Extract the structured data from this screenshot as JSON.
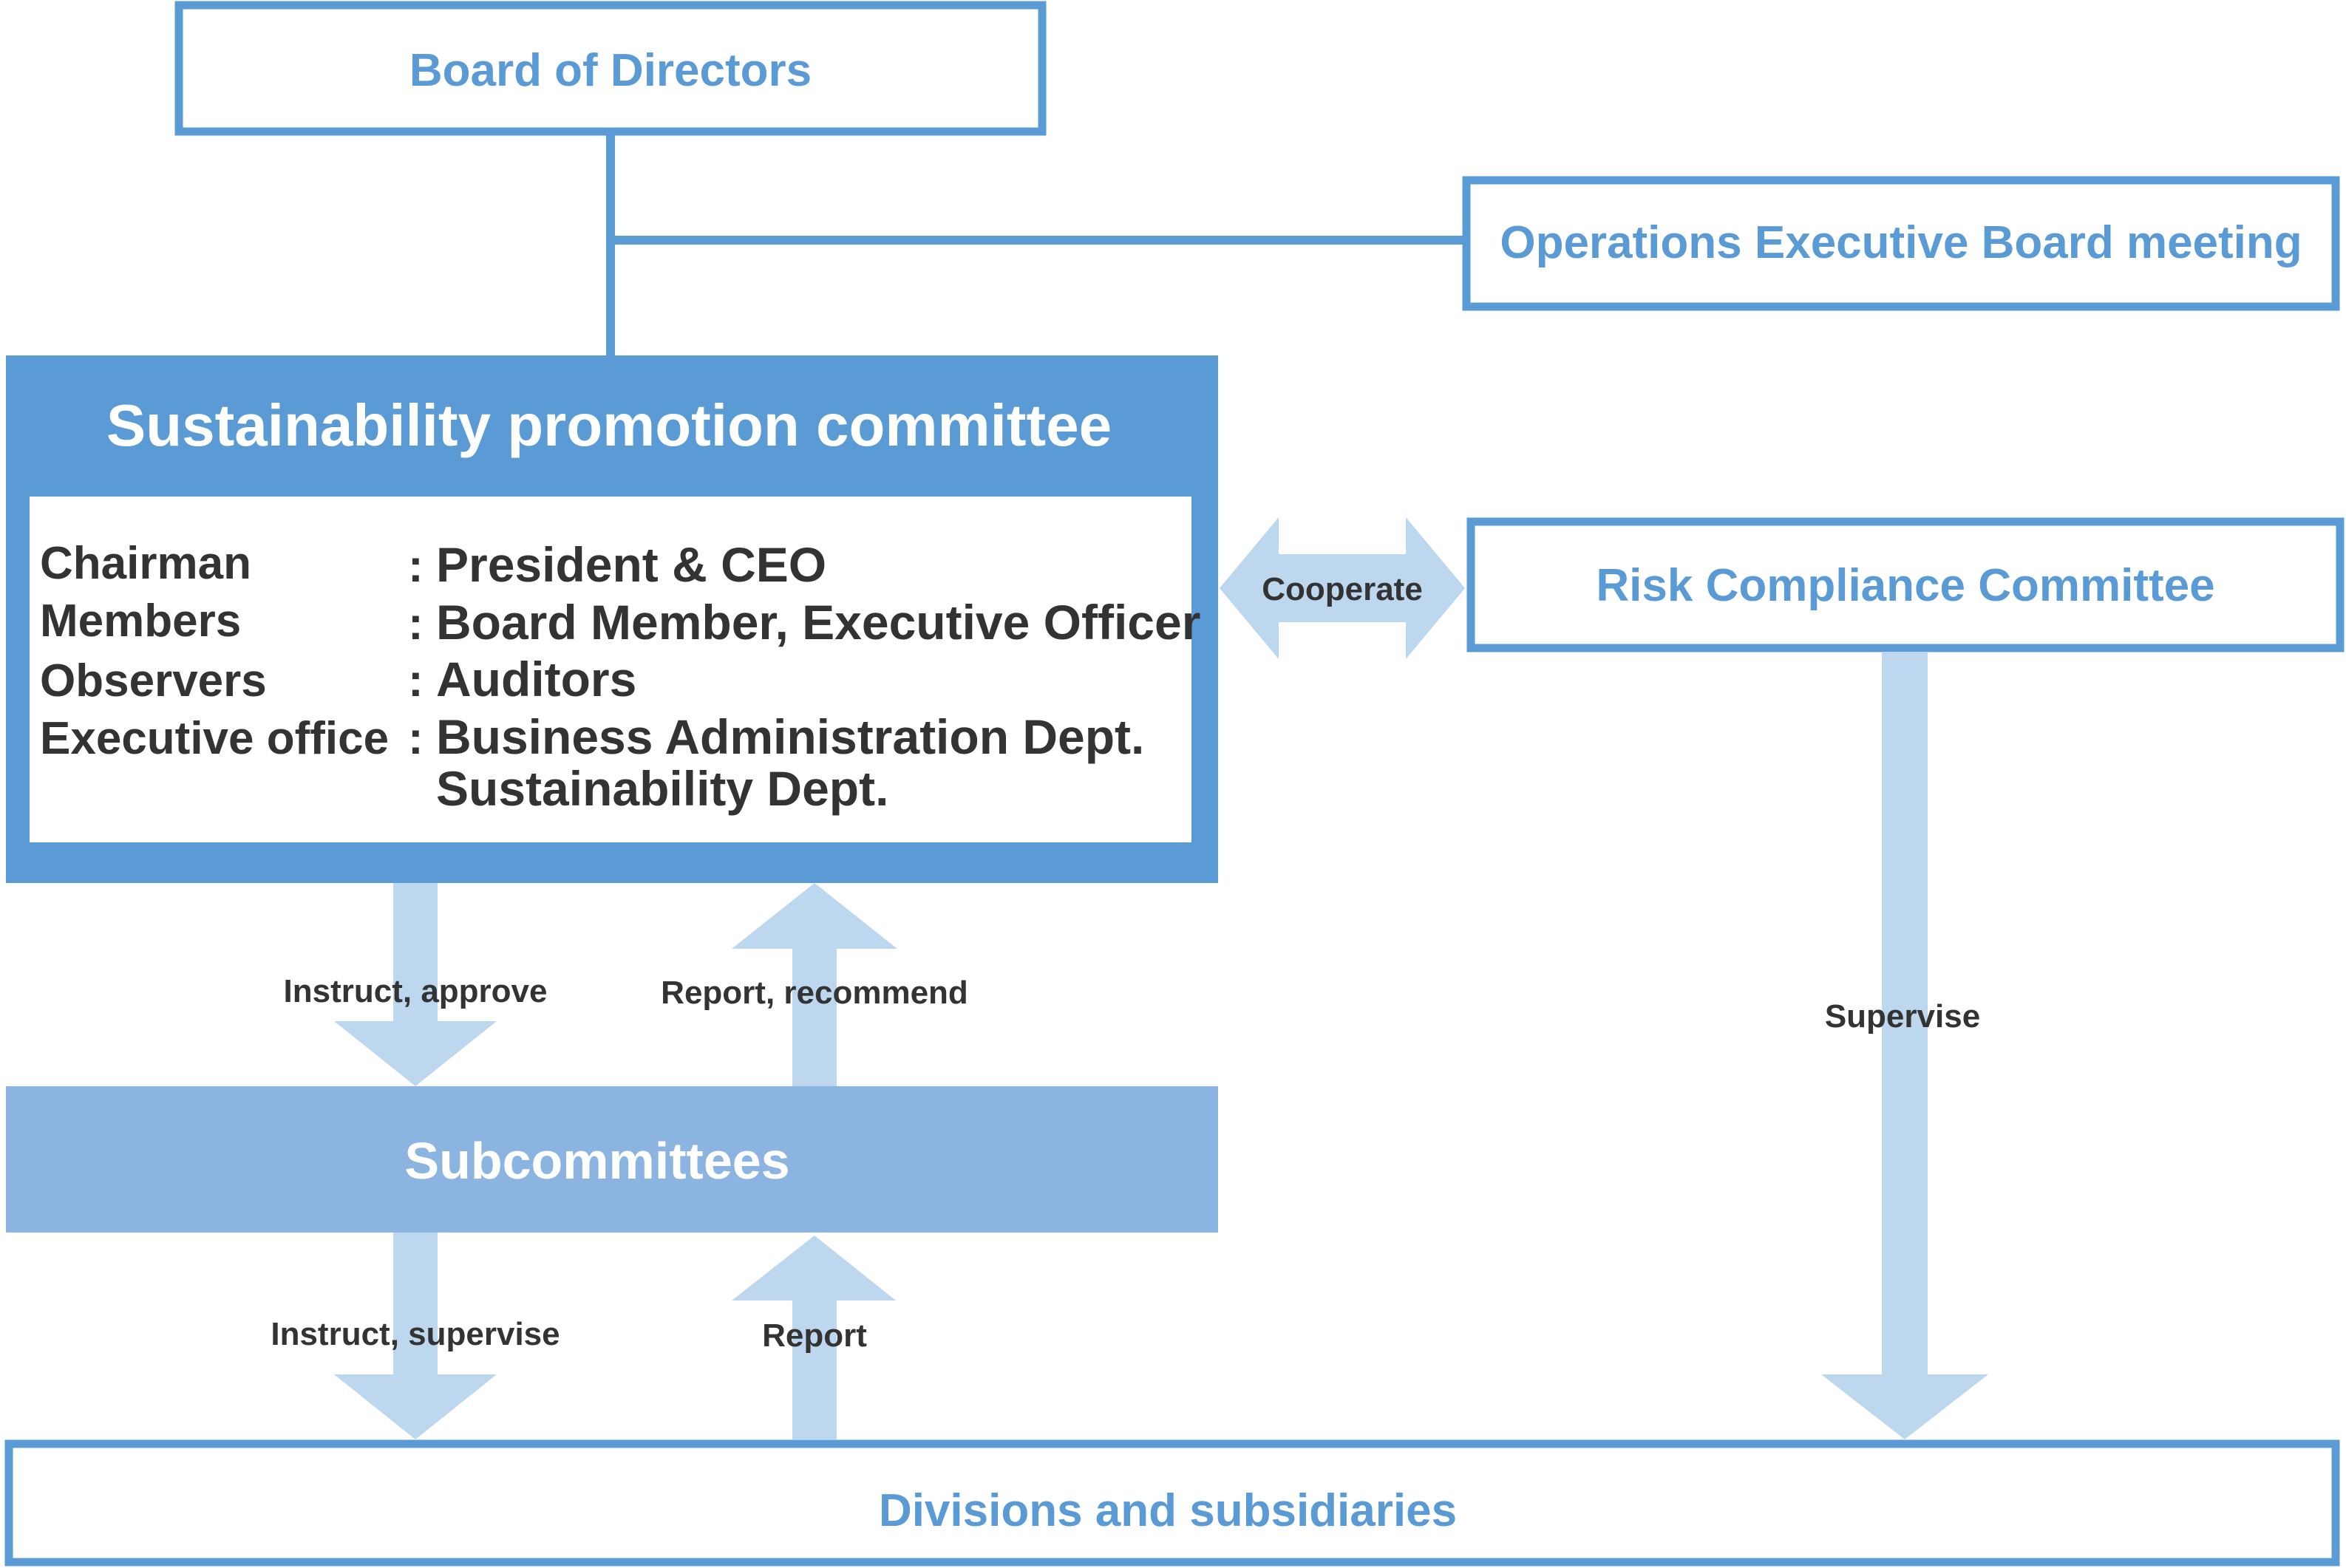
{
  "colors": {
    "accent_blue": "#5b9bd5",
    "subcommittee_blue": "#8cb4e0",
    "arrow_blue": "#bdd7ee",
    "text_dark": "#333333",
    "white": "#ffffff"
  },
  "nodes": {
    "board_of_directors": "Board of Directors",
    "operations_board": "Operations Executive Board meeting",
    "sustainability_committee": {
      "title": "Sustainability promotion committee",
      "rows": [
        {
          "role": "Chairman",
          "sep": ":",
          "value": "President & CEO"
        },
        {
          "role": "Members",
          "sep": ":",
          "value": "Board Member, Executive Officer"
        },
        {
          "role": "Observers",
          "sep": ":",
          "value": "Auditors"
        },
        {
          "role": "Executive office",
          "sep": ":",
          "value": "Business Administration Dept."
        }
      ],
      "extra_value": "Sustainability Dept."
    },
    "risk_committee": "Risk Compliance Committee",
    "subcommittees": "Subcommittees",
    "divisions": "Divisions and subsidiaries"
  },
  "edges": {
    "cooperate": "Cooperate",
    "instruct_approve": "Instruct, approve",
    "report_recommend": "Report, recommend",
    "instruct_supervise": "Instruct, supervise",
    "report": "Report",
    "supervise": "Supervise"
  }
}
